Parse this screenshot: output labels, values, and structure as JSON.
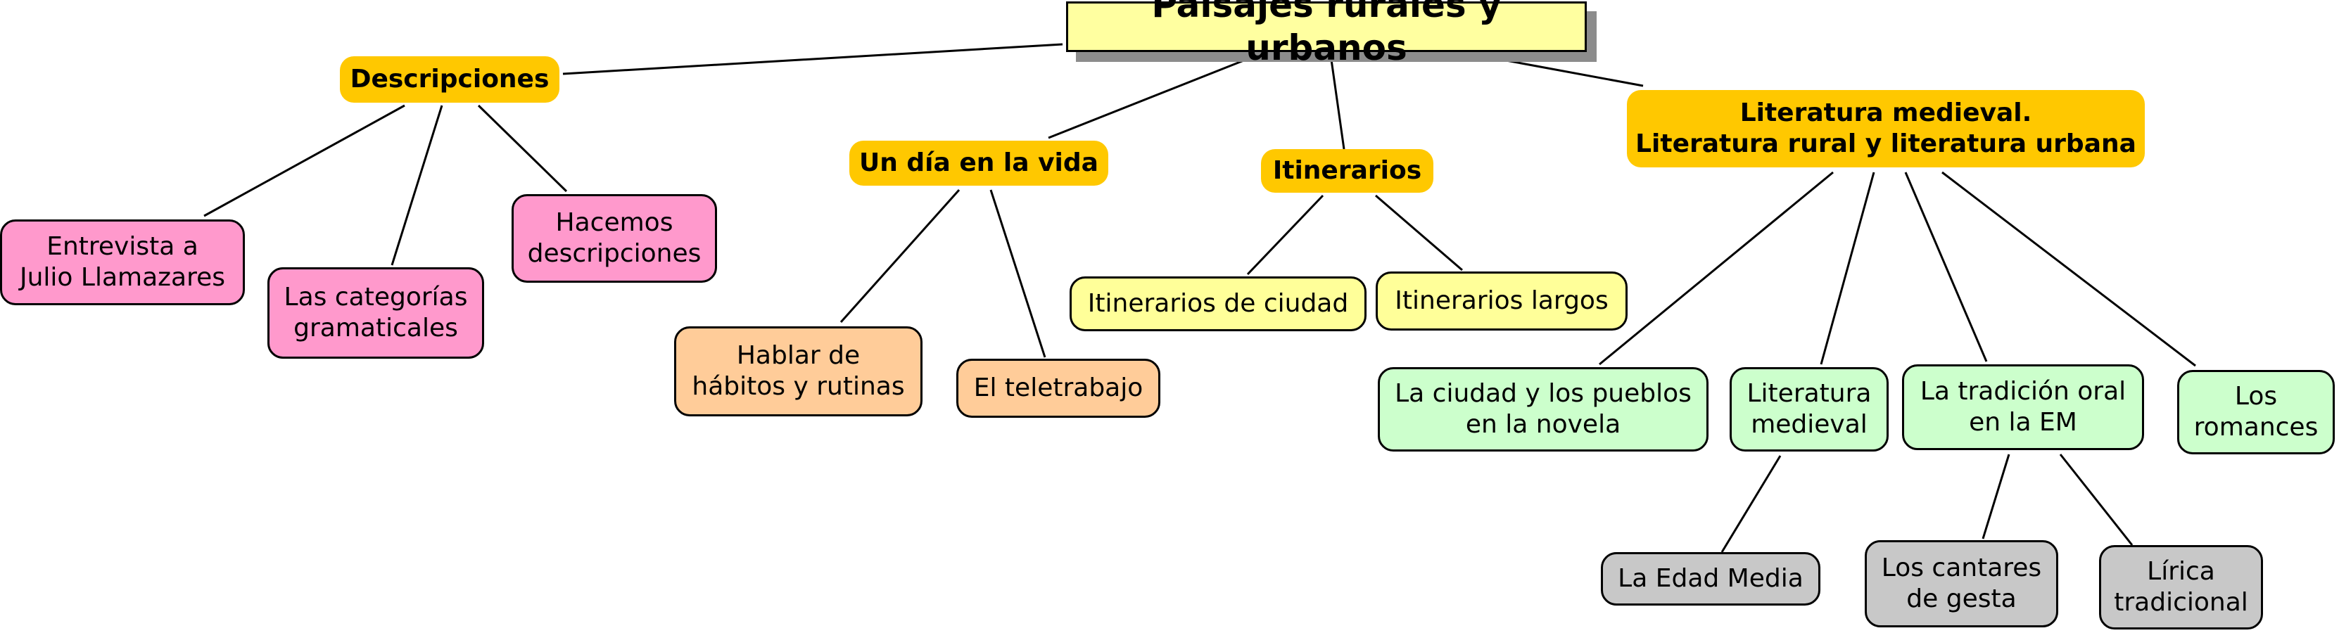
{
  "diagram": {
    "title": "Paisajes rurales y urbanos",
    "categories": {
      "descripciones": "Descripciones",
      "un_dia": "Un día en la vida",
      "itinerarios": "Itinerarios",
      "literatura": "Literatura medieval.\nLiteratura rural y literatura urbana"
    },
    "leaves": {
      "entrevista": "Entrevista a\nJulio Llamazares",
      "categorias": "Las categorías\ngramaticales",
      "hacemos": "Hacemos\ndescripciones",
      "hablar": "Hablar de\nhábitos y rutinas",
      "teletrabajo": "El teletrabajo",
      "itin_ciudad": "Itinerarios de ciudad",
      "itin_largos": "Itinerarios largos",
      "ciudad_pueblos": "La ciudad y los pueblos\nen la novela",
      "lit_medieval": "Literatura\nmedieval",
      "tradicion_oral": "La tradición oral\nen la EM",
      "romances": "Los\nromances",
      "edad_media": "La Edad Media",
      "cantares": "Los cantares\nde gesta",
      "lirica": "Lírica\ntradicional"
    },
    "colors": {
      "root_fill": "#ffffa0",
      "category_fill": "#ffc800",
      "pink": "#ff99cc",
      "orange": "#ffcc99",
      "yellow": "#ffff99",
      "green": "#ccffcc",
      "gray": "#c8c8c8"
    }
  }
}
